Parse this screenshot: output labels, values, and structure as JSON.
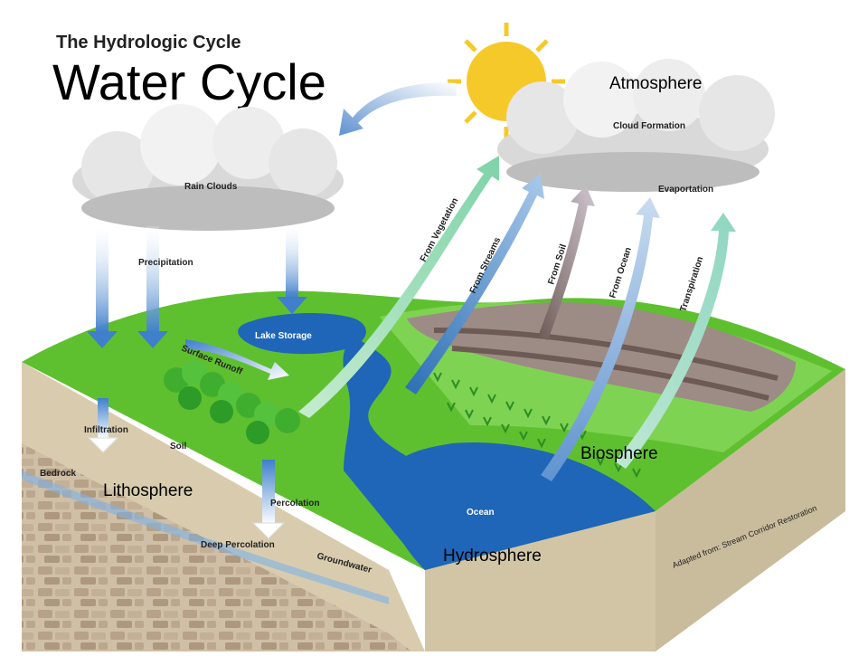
{
  "header": {
    "subtitle": "The Hydrologic Cycle",
    "title": "Water Cycle"
  },
  "spheres": {
    "atmosphere": "Atmosphere",
    "biosphere": "Biosphere",
    "lithosphere": "Lithosphere",
    "hydrosphere": "Hydrosphere"
  },
  "labels": {
    "rain_clouds": "Rain Clouds",
    "cloud_formation": "Cloud Formation",
    "evaporation": "Evaportation",
    "precipitation": "Precipitation",
    "lake_storage": "Lake Storage",
    "surface_runoff": "Surface Runoff",
    "infiltration": "Infiltration",
    "soil": "Soil",
    "bedrock": "Bedrock",
    "percolation": "Percolation",
    "deep_percolation": "Deep Percolation",
    "groundwater": "Groundwater",
    "ocean": "Ocean",
    "from_vegetation": "From Vegetation",
    "from_streams": "From Streams",
    "from_soil": "From Soil",
    "from_ocean": "From Ocean",
    "transpiration": "Transpiration"
  },
  "credit": "Adapted from: Stream Corridor Restoration",
  "colors": {
    "water": "#1f66b8",
    "grass": "#5fc02f",
    "soil_side": "#d6c9a8",
    "rock": "#b9a48a",
    "sun": "#f6c92b",
    "cloud": "#d9d9d9",
    "dark_soil": "#6d5a55"
  }
}
